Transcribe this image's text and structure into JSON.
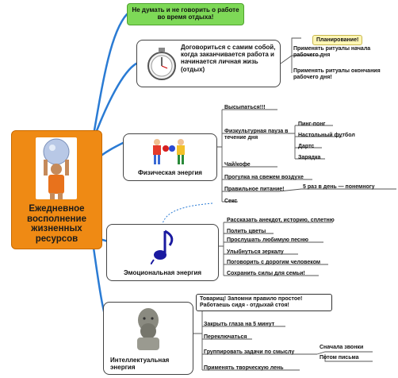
{
  "central": {
    "title": "Ежедневное восполнение жизненных ресурсов"
  },
  "green_note": "Не думать и не говорить о работе во время отдыха!",
  "work_branch": {
    "text": "Договориться с самим собой, когда заканчивается работа и начинается личная жизь (отдых)",
    "tag": "Планирование!",
    "children": [
      "Применять ритуалы начала рабочего дня",
      "Применять ритуалы окончания рабочего дня!"
    ]
  },
  "physical": {
    "label": "Физическая энергия",
    "items": {
      "sleep": "Высыпаться!!!",
      "pause": "Физкультурная пауза в течение дня",
      "pause_children": [
        "Пинг-понг",
        "Настольный футбол",
        "Дартс",
        "Зарядка"
      ],
      "tea": "Чай/кофе",
      "walk": "Прогулка на свежем воздухе",
      "food": "Правильное питание!",
      "food_child": "5 раз в день — понемногу",
      "sex": "Секс"
    }
  },
  "emotional": {
    "label": "Эмоциональная энергия",
    "items": [
      "Рассказать анекдот, историю, сплетню",
      "Полить цветы",
      "Прослушать любимую песню",
      "Улыбнуться зеркалу",
      "Поговорить с дорогим человеком",
      "Сохранить силы для семьи!"
    ]
  },
  "intellectual": {
    "label": "Интеллектуальная энергия",
    "note": "Товарищ! Запомни правило простое! Работаешь сидя - отдыхай стоя!",
    "items": {
      "eyes": "Закрыть глаза на 5 минут",
      "switch": "Переключаться",
      "group": "Группировать задачи по смыслу",
      "group_children": [
        "Сначала звонки",
        "Потом письма"
      ],
      "creative": "Применять творческую лень"
    }
  },
  "colors": {
    "central": "#ef8a14",
    "note": "#7ed957",
    "lines": "#1f6fbf",
    "tag": "#fff6b5"
  }
}
